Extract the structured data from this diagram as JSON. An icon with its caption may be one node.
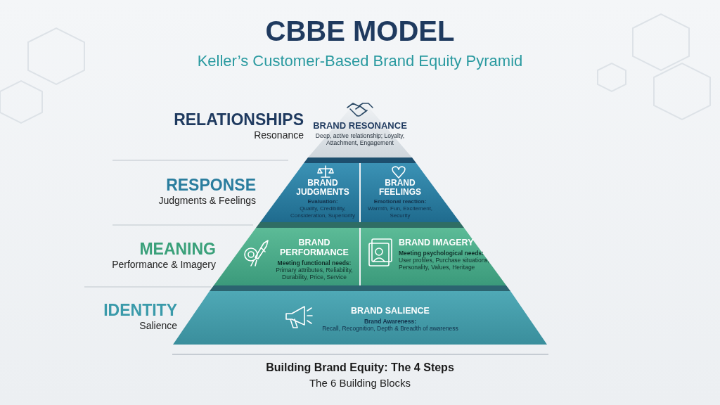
{
  "diagram": {
    "title": "CBBE MODEL",
    "nodes": [
      {
        "text": [
          "BRAND RESONANCE",
          "Deep, active relationship; Loyalty, Attachment, Engagement"
        ]
      },
      {
        "text": [
          "BRAND JUDGMENTS",
          "Evaluation:",
          "Quality, Credibility, Consideration, Superiority"
        ]
      },
      {
        "text": [
          "BRAND FEELINGS",
          "Emotional reaction:",
          "Warmth, Fun, Excitement, Security"
        ]
      },
      {
        "text": [
          "BRAND PERFORMANCE",
          "Meeting functional needs:",
          "Primary attributes, Reliability, Durability, Price, Service"
        ]
      },
      {
        "text": [
          "BRAND IMAGERY",
          "Meeting psychological needs:",
          "User profiles, Purchase situations, Personality, Values, Heritage"
        ]
      },
      {
        "text": [
          "BRAND SALIENCE",
          "Brand Awareness:",
          "Recall, Recognition, Depth & Breadth of awareness"
        ]
      }
    ],
    "labels": [
      "Keller’s Customer-Based Brand Equity Pyramid",
      "RELATIONSHIPS",
      "Resonance",
      "RESPONSE",
      "Judgments & Feelings",
      "MEANING",
      "Performance & Imagery",
      "IDENTITY",
      "Salience",
      "Building Brand Equity: The 4 Steps",
      "The 6 Building Blocks"
    ]
  }
}
